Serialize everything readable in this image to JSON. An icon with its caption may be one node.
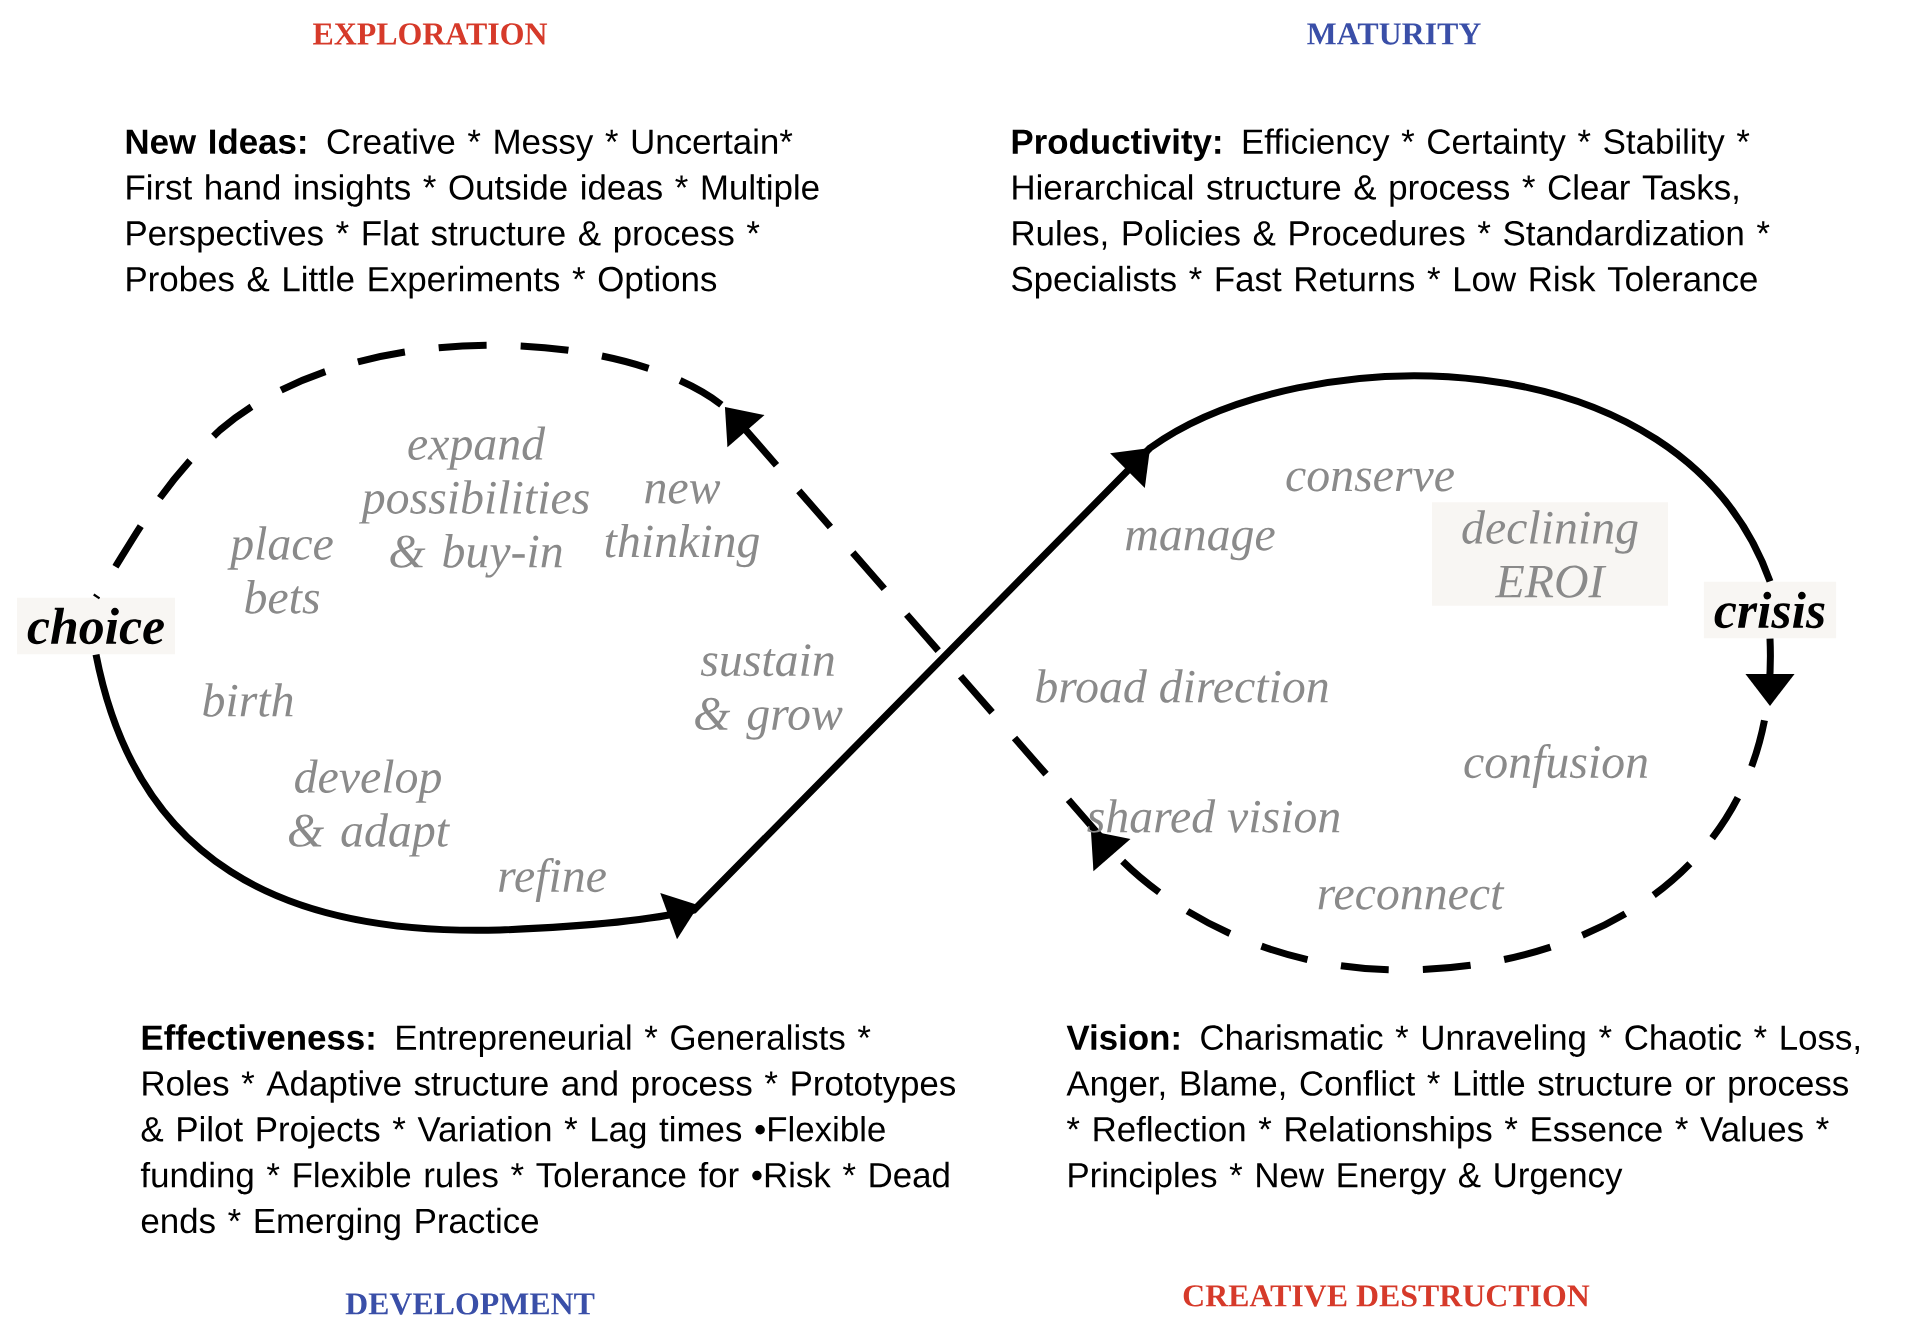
{
  "diagram": {
    "nodes": [
      {
        "text": [
          "choice"
        ]
      },
      {
        "text": [
          "crisis"
        ]
      }
    ],
    "edges": [
      {
        "from": 0,
        "to": 1,
        "arrow": "to"
      },
      {
        "from": 1,
        "to": 0,
        "arrow": "to",
        "style": "dashed"
      }
    ],
    "labels": [
      "EXPLORATION",
      "MATURITY",
      "New Ideas:",
      "Creative * Messy * Uncertain* First hand insights * Outside ideas * Multiple Perspectives * Flat structure & process * Probes & Little Experiments *  Options",
      "Productivity:",
      "Efficiency * Certainty * Stability * Hierarchical structure & process * Clear Tasks, Rules, Policies & Procedures * Standardization * Specialists * Fast Returns * Low Risk Tolerance",
      "expand possibilities & buy-in",
      "conserve",
      "place bets",
      "new thinking",
      "manage",
      "declining EROI",
      "sustain & grow",
      "broad direction",
      "birth",
      "confusion",
      "develop & adapt",
      "shared vision",
      "refine",
      "reconnect",
      "Effectiveness:",
      "Entrepreneurial * Generalists * Roles * Adaptive structure and process * Prototypes & Pilot Projects * Variation * Lag times •Flexible funding * Flexible rules * Tolerance for •Risk * Dead ends * Emerging Practice",
      "Vision:",
      "Charismatic * Unraveling * Chaotic * Loss, Anger,  Blame, Conflict * Little structure or process * Reflection * Relationships * Essence * Values * Principles * New Energy & Urgency",
      "DEVELOPMENT",
      "CREATIVE DESTRUCTION"
    ]
  }
}
